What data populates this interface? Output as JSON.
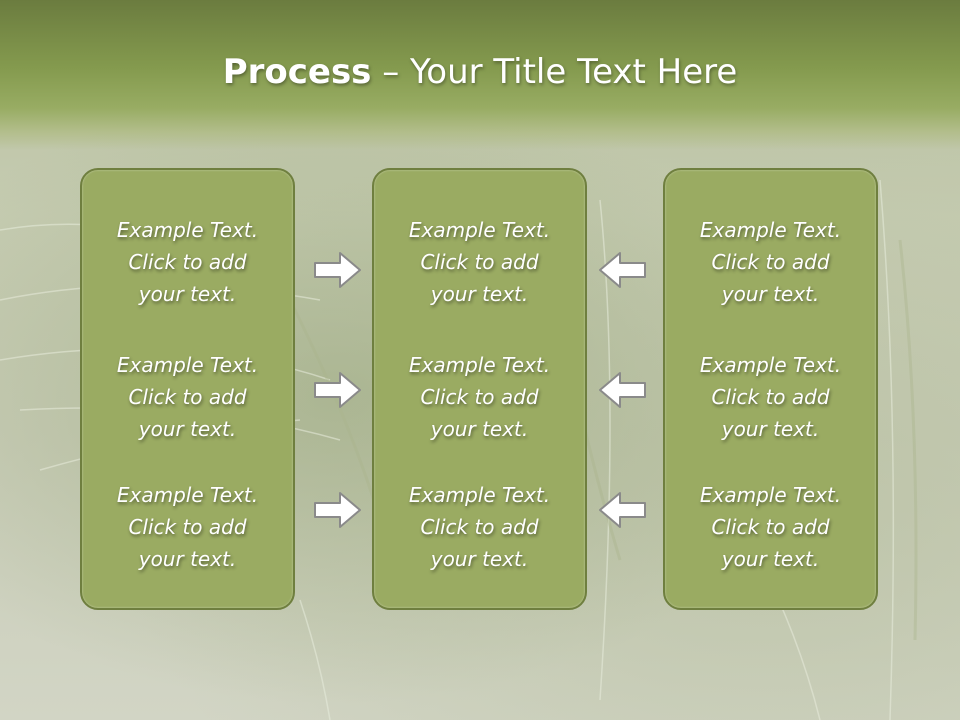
{
  "title": {
    "bold": "Process",
    "rest": " – Your Title Text Here"
  },
  "columns": [
    {
      "items": [
        "Example Text.\nClick  to add\nyour text.",
        "Example Text.\nClick  to add\nyour text.",
        "Example Text.\nClick  to add\nyour text."
      ]
    },
    {
      "items": [
        "Example Text.\nClick  to add\nyour text.",
        "Example Text.\nClick  to add\nyour text.",
        "Example Text.\nClick  to add\nyour text."
      ]
    },
    {
      "items": [
        "Example Text.\nClick  to add\nyour text.",
        "Example Text.\nClick  to add\nyour text.",
        "Example Text.\nClick  to add\nyour text."
      ]
    }
  ],
  "arrows": {
    "left_group": "right-arrow-icon",
    "right_group": "left-arrow-icon"
  },
  "colors": {
    "title_bar": "#849a4e",
    "panel_fill": "#9aab62",
    "panel_border": "#6f7f3f",
    "arrow_fill": "#ffffff",
    "arrow_stroke": "#8a8a8a"
  }
}
